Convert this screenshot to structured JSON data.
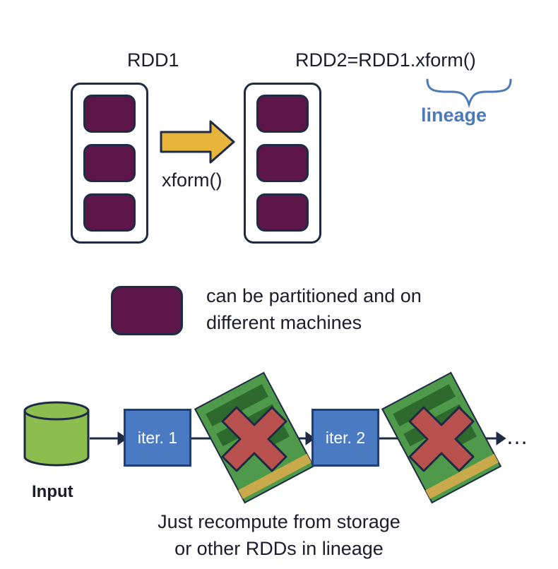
{
  "rdd1": {
    "title": "RDD1",
    "partitions": 3
  },
  "rdd2": {
    "title": "RDD2=RDD1.xform()",
    "partitions": 3
  },
  "transform": {
    "label": "xform()"
  },
  "lineage": {
    "label": "lineage"
  },
  "legend": {
    "text_line1": "can be partitioned and on",
    "text_line2": "different machines"
  },
  "pipeline": {
    "input_label": "Input",
    "iter1_label": "iter. 1",
    "iter2_label": "iter. 2",
    "ellipsis": "…"
  },
  "caption": {
    "line1": "Just recompute from storage",
    "line2": "or other RDDs in lineage"
  },
  "colors": {
    "partition": "#5e1648",
    "arrow": "#e7b53a",
    "lineage": "#4c79b8",
    "iter_box": "#4a7bc2",
    "cross": "#b9524f",
    "input_db": "#8bbd4f",
    "chip": "#4f9a4a"
  }
}
